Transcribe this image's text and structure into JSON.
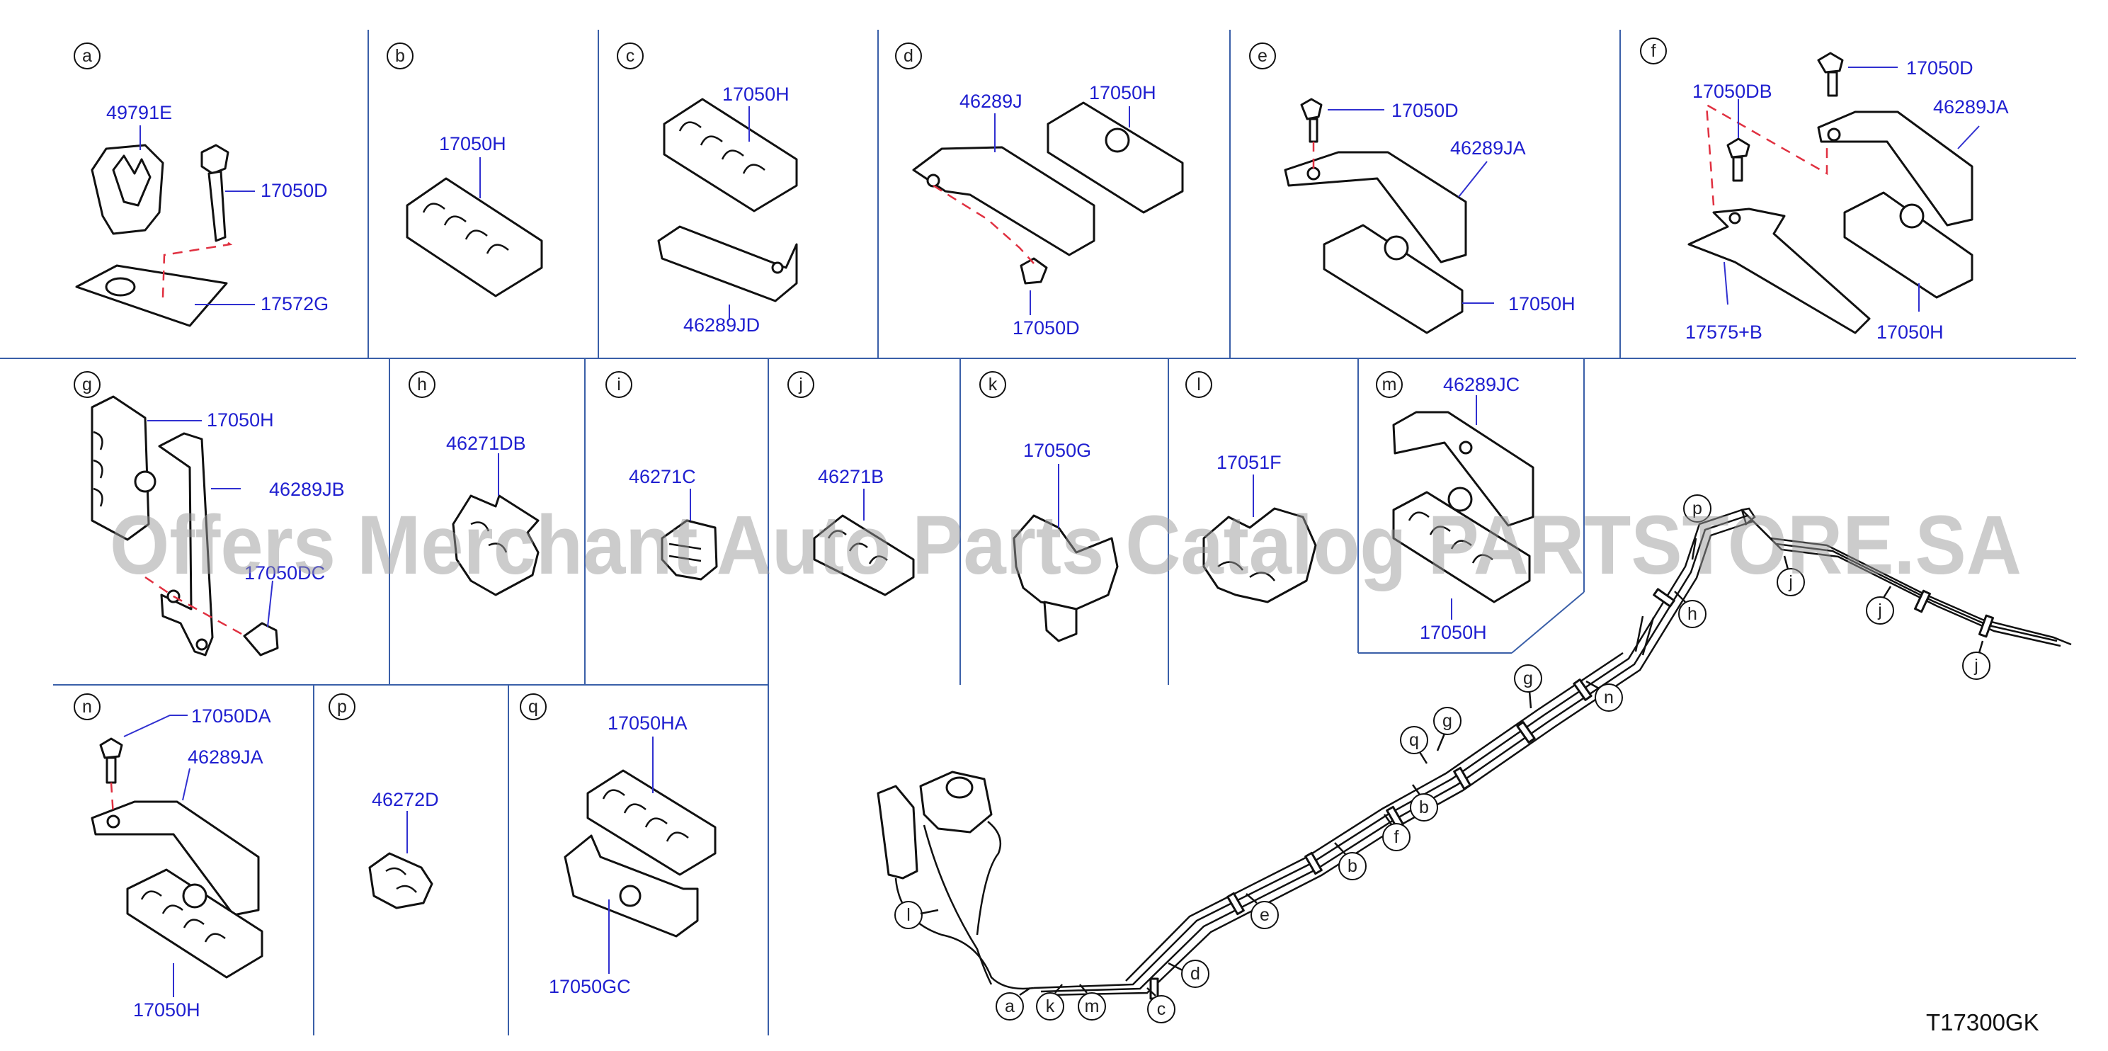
{
  "diagram_code": "T17300GK",
  "watermark": "Offers Merchant Auto Parts Catalog PARTSTORE.SA",
  "panels": {
    "a": {
      "letter": "a",
      "parts": [
        "49791E",
        "17050D",
        "17572G"
      ]
    },
    "b": {
      "letter": "b",
      "parts": [
        "17050H"
      ]
    },
    "c": {
      "letter": "c",
      "parts": [
        "17050H",
        "46289JD"
      ]
    },
    "d": {
      "letter": "d",
      "parts": [
        "46289J",
        "17050H",
        "17050D"
      ]
    },
    "e": {
      "letter": "e",
      "parts": [
        "17050D",
        "46289JA",
        "17050H"
      ]
    },
    "f": {
      "letter": "f",
      "parts": [
        "17050DB",
        "17050D",
        "46289JA",
        "17575+B",
        "17050H"
      ]
    },
    "g": {
      "letter": "g",
      "parts": [
        "17050H",
        "46289JB",
        "17050DC"
      ]
    },
    "h": {
      "letter": "h",
      "parts": [
        "46271DB"
      ]
    },
    "i": {
      "letter": "i",
      "parts": [
        "46271C"
      ]
    },
    "j": {
      "letter": "j",
      "parts": [
        "46271B"
      ]
    },
    "k": {
      "letter": "k",
      "parts": [
        "17050G"
      ]
    },
    "l": {
      "letter": "l",
      "parts": [
        "17051F"
      ]
    },
    "m": {
      "letter": "m",
      "parts": [
        "46289JC",
        "17050H"
      ]
    },
    "n": {
      "letter": "n",
      "parts": [
        "17050DA",
        "46289JA",
        "17050H"
      ]
    },
    "p": {
      "letter": "p",
      "parts": [
        "46272D"
      ]
    },
    "q": {
      "letter": "q",
      "parts": [
        "17050HA",
        "17050GC"
      ]
    }
  },
  "overview_callouts": [
    "a",
    "k",
    "m",
    "c",
    "d",
    "l",
    "e",
    "b",
    "f",
    "b",
    "q",
    "g",
    "g",
    "n",
    "h",
    "j",
    "j",
    "j",
    "p"
  ]
}
